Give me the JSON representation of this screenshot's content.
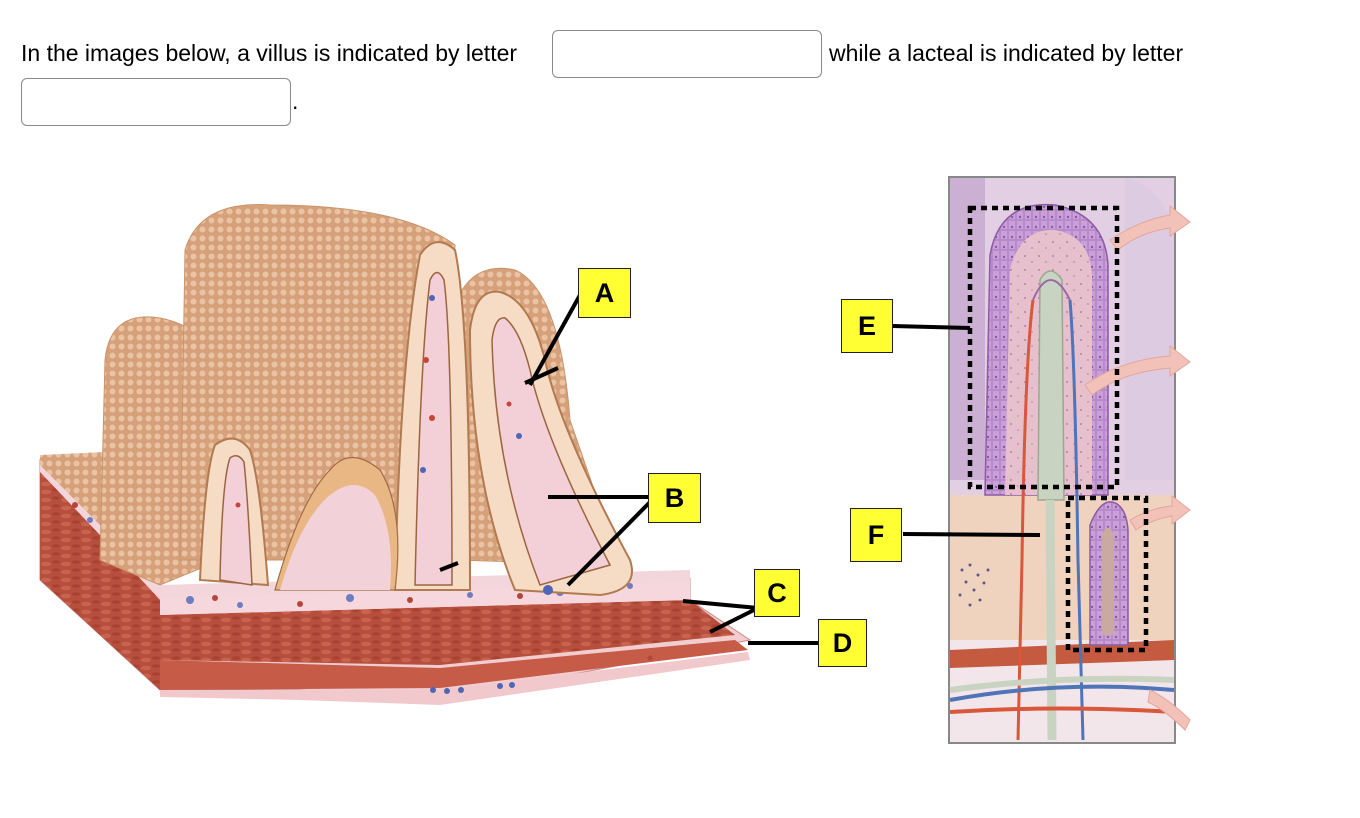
{
  "question": {
    "part1": "In the images below, a villus is indicated by letter",
    "part2": "while a lacteal is indicated by letter",
    "part3": ".",
    "blank1_value": "",
    "blank2_value": ""
  },
  "labels": {
    "A": "A",
    "B": "B",
    "C": "C",
    "D": "D",
    "E": "E",
    "F": "F"
  },
  "colors": {
    "label_fill": "#ffff33",
    "villus_surface": "#d9a47c",
    "lamina": "#f3d6dc",
    "muscle": "#b9513f",
    "lacteal": "#c9d3c2",
    "artery": "#d9573a",
    "vein": "#4f74b8",
    "epithelium": "#b88bc6"
  },
  "figures": {
    "left": "villi-cross-section-illustration",
    "right": "villus-micrograph-diagram"
  }
}
